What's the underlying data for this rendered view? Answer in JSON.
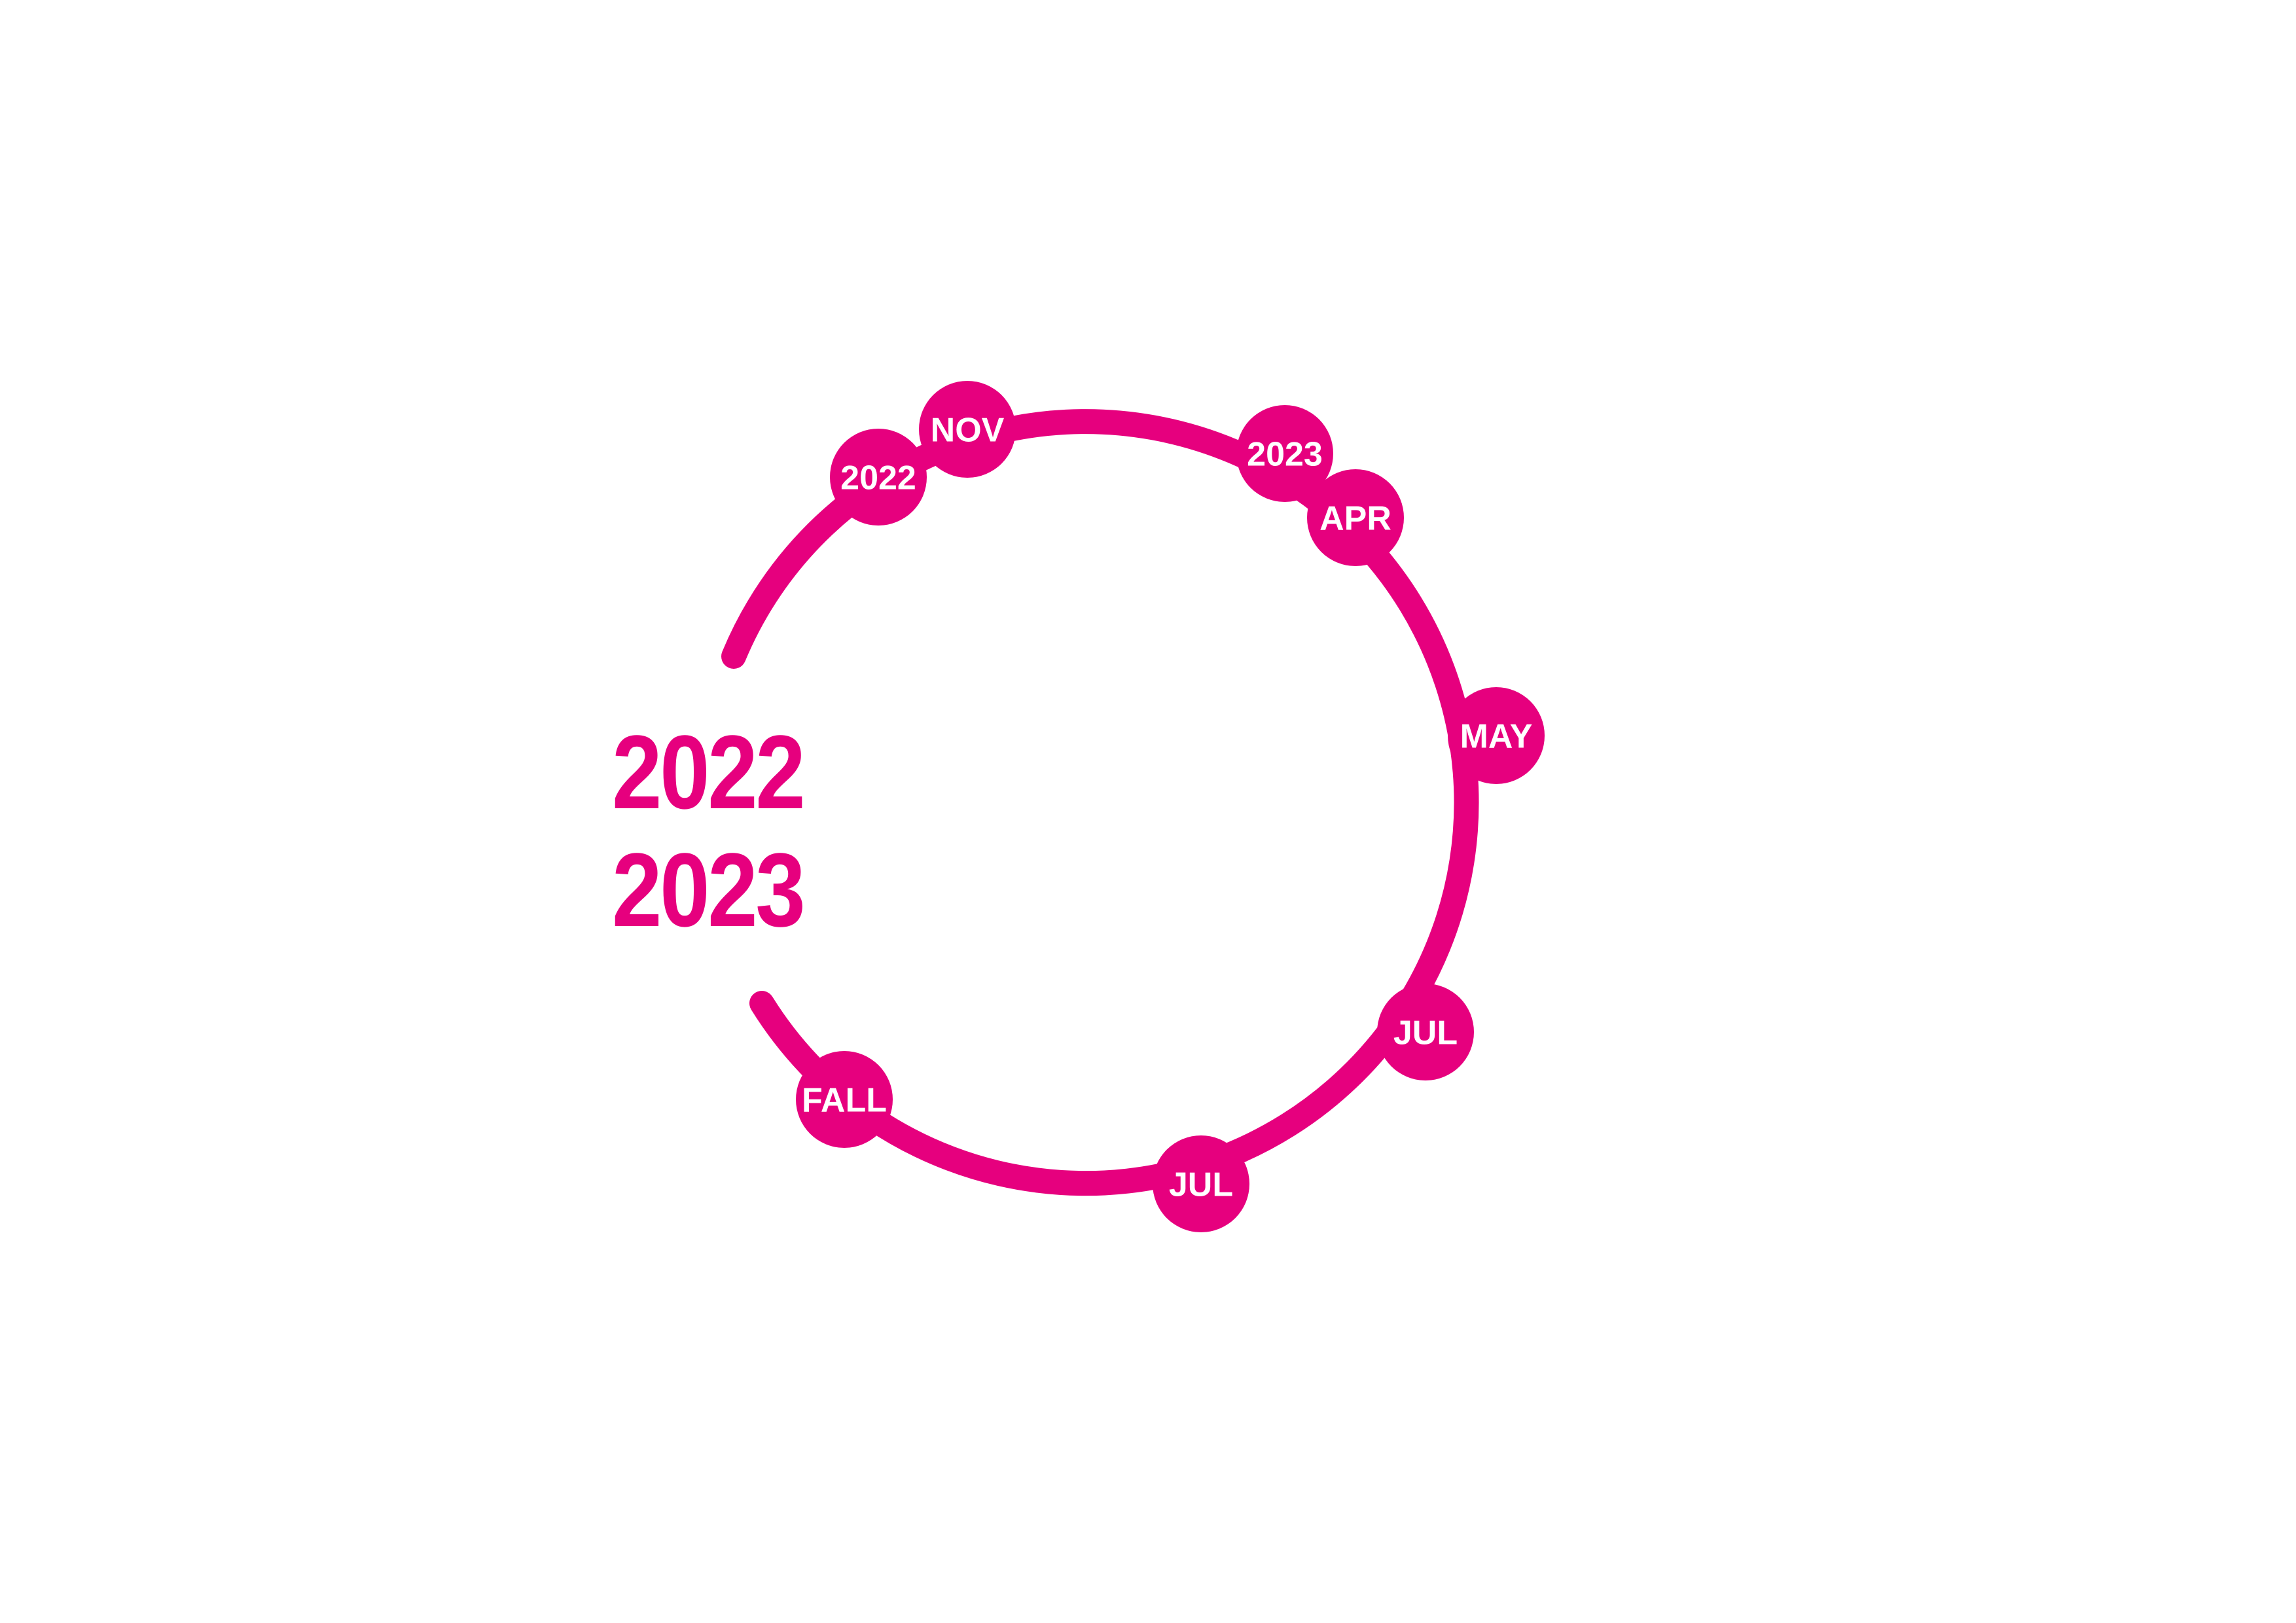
{
  "colors": {
    "accent": "#e6007e",
    "label": "#ffffff",
    "background": "#ffffff"
  },
  "center_title": {
    "line1": "2022",
    "line2": "2023"
  },
  "milestones": [
    {
      "label": "2022"
    },
    {
      "label": "NOV"
    },
    {
      "label": "2023"
    },
    {
      "label": "APR"
    },
    {
      "label": "MAY"
    },
    {
      "label": "JUL"
    },
    {
      "label": "JUL"
    },
    {
      "label": "FALL"
    }
  ]
}
